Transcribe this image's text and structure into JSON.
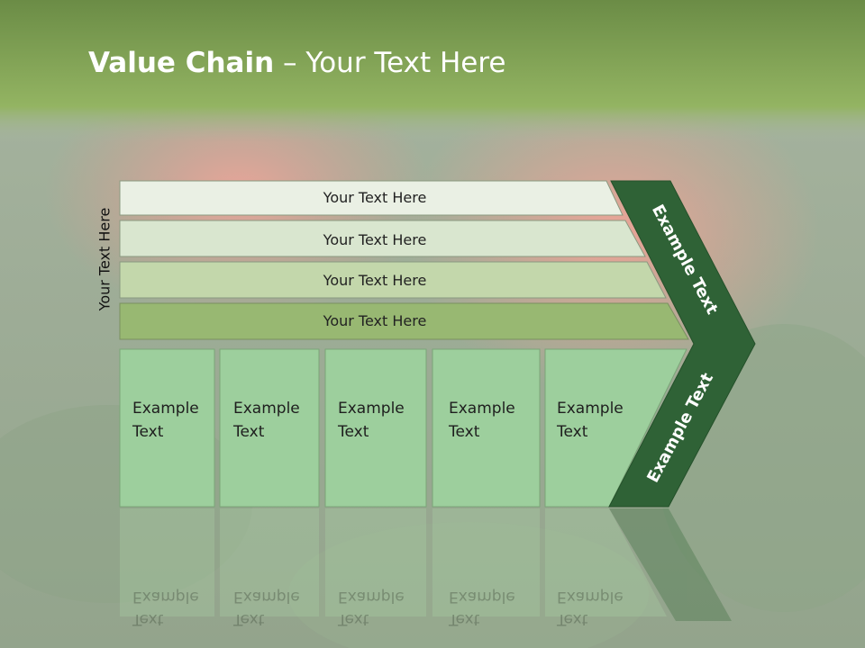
{
  "slide": {
    "title_bold": "Value Chain",
    "title_rest": " – Your Text Here",
    "side_label": "Your Text Here"
  },
  "bars": [
    {
      "label": "Your Text Here",
      "fill": "#eaf0e4"
    },
    {
      "label": "Your Text Here",
      "fill": "#d9e6cf"
    },
    {
      "label": "Your Text Here",
      "fill": "#c3d7ab"
    },
    {
      "label": "Your Text Here",
      "fill": "#98b872"
    }
  ],
  "boxes": [
    {
      "line1": "Example",
      "line2": "Text"
    },
    {
      "line1": "Example",
      "line2": "Text"
    },
    {
      "line1": "Example",
      "line2": "Text"
    },
    {
      "line1": "Example",
      "line2": "Text"
    },
    {
      "line1": "Example",
      "line2": "Text"
    }
  ],
  "chevron": {
    "upper_label": "Example Text",
    "lower_label": "Example Text",
    "fill": "#2f6236"
  },
  "colors": {
    "box_fill": "#9dcf9d",
    "header_top": "#6f8f47",
    "header_bottom": "#8fb05e"
  }
}
